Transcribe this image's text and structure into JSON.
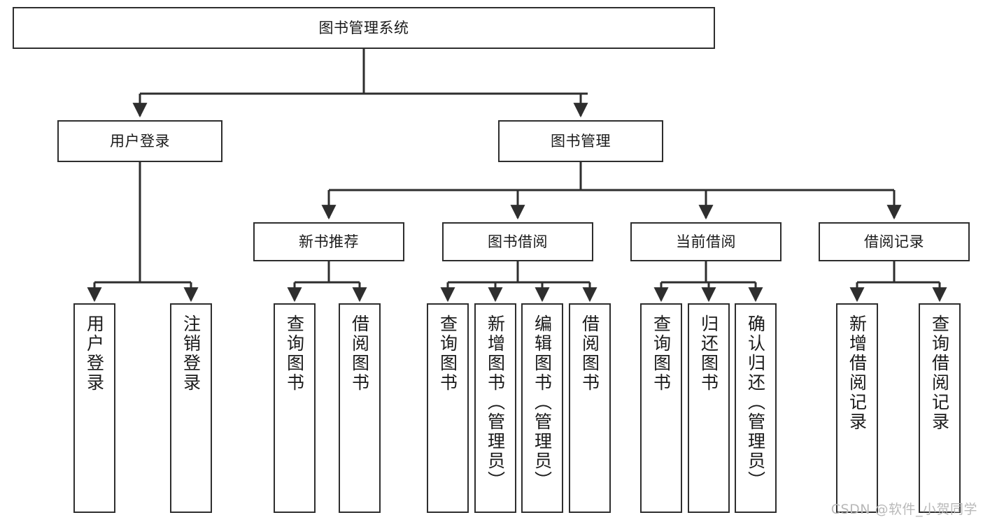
{
  "diagram": {
    "title": "图书管理系统",
    "type": "tree-hierarchy",
    "watermark": "CSDN @软件_小贺同学",
    "colors": {
      "background": "#ffffff",
      "box_border": "#2e2e2e",
      "box_fill": "#ffffff",
      "text": "#1a1a1a",
      "edge": "#2e2e2e",
      "watermark": "#b9b9b9"
    },
    "root": {
      "label": "图书管理系统"
    },
    "level2": [
      {
        "label": "用户登录"
      },
      {
        "label": "图书管理"
      }
    ],
    "level3": [
      {
        "label": "新书推荐"
      },
      {
        "label": "图书借阅"
      },
      {
        "label": "当前借阅"
      },
      {
        "label": "借阅记录"
      }
    ],
    "leaves": {
      "user_login": [
        {
          "label": "用户登录"
        },
        {
          "label": "注销登录"
        }
      ],
      "new_book": [
        {
          "label": "查询图书"
        },
        {
          "label": "借阅图书"
        }
      ],
      "book_borrow": [
        {
          "label": "查询图书"
        },
        {
          "label": "新增图书（管理员）"
        },
        {
          "label": "编辑图书（管理员）"
        },
        {
          "label": "借阅图书"
        }
      ],
      "current_borrow": [
        {
          "label": "查询图书"
        },
        {
          "label": "归还图书"
        },
        {
          "label": "确认归还（管理员）"
        }
      ],
      "borrow_record": [
        {
          "label": "新增借阅记录"
        },
        {
          "label": "查询借阅记录"
        }
      ]
    }
  }
}
